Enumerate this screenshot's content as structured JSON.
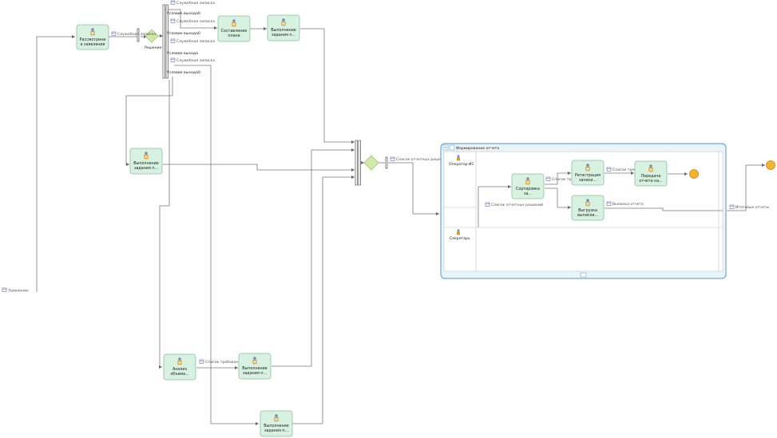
{
  "colors": {
    "task_fill": "#d8f2e2",
    "task_stroke": "#8fbf9f",
    "gateway": "#cdeca8",
    "event_end": "#f2b431",
    "subprocess_border": "#6fa8d8"
  },
  "start_object": {
    "label": "Заявление"
  },
  "tasks": {
    "review": {
      "line1": "Рассмотрени",
      "line2": "е заявления"
    },
    "make_plan": {
      "line1": "Составление",
      "line2": "плана"
    },
    "exec_top": {
      "line1": "Выполнение",
      "line2": "задания п..."
    },
    "exec_mid": {
      "line1": "Выполнение",
      "line2": "задания п..."
    },
    "analysis": {
      "line1": "Анализ",
      "line2": "объема..."
    },
    "exec_bottom1": {
      "line1": "Выполнение",
      "line2": "задания п..."
    },
    "exec_bottom2": {
      "line1": "Выполнение",
      "line2": "задания п..."
    },
    "sorting": {
      "line1": "Сортировка",
      "line2": "за..."
    },
    "register": {
      "line1": "Регистрация",
      "line2": "записи..."
    },
    "issue": {
      "line1": "Выгрузка",
      "line2": "выписки..."
    },
    "transfer": {
      "line1": "Передача",
      "line2": "отчета на..."
    }
  },
  "objects": {
    "service_note": "Служебная записка",
    "service_notes": [
      "Служебная записка",
      "Служебная записка",
      "Служебная записка",
      "Служебная записка"
    ],
    "conditions": [
      "Условие выхода0",
      "Условие выхода0",
      "Условие выхода",
      "Условие выхода0"
    ],
    "decision": "Решение",
    "report_list": "Список отчетных решений",
    "req_list": "Список требований",
    "report_list_inner": "Список отчетных решений",
    "req_list_inner": "Список требований",
    "list_issue": "Выписка отчета",
    "final_list": "Итоговые отчеты"
  },
  "subprocess": {
    "title": "Формирование отчета",
    "lanes": [
      "Оператор ИС",
      "Секретарь"
    ]
  }
}
